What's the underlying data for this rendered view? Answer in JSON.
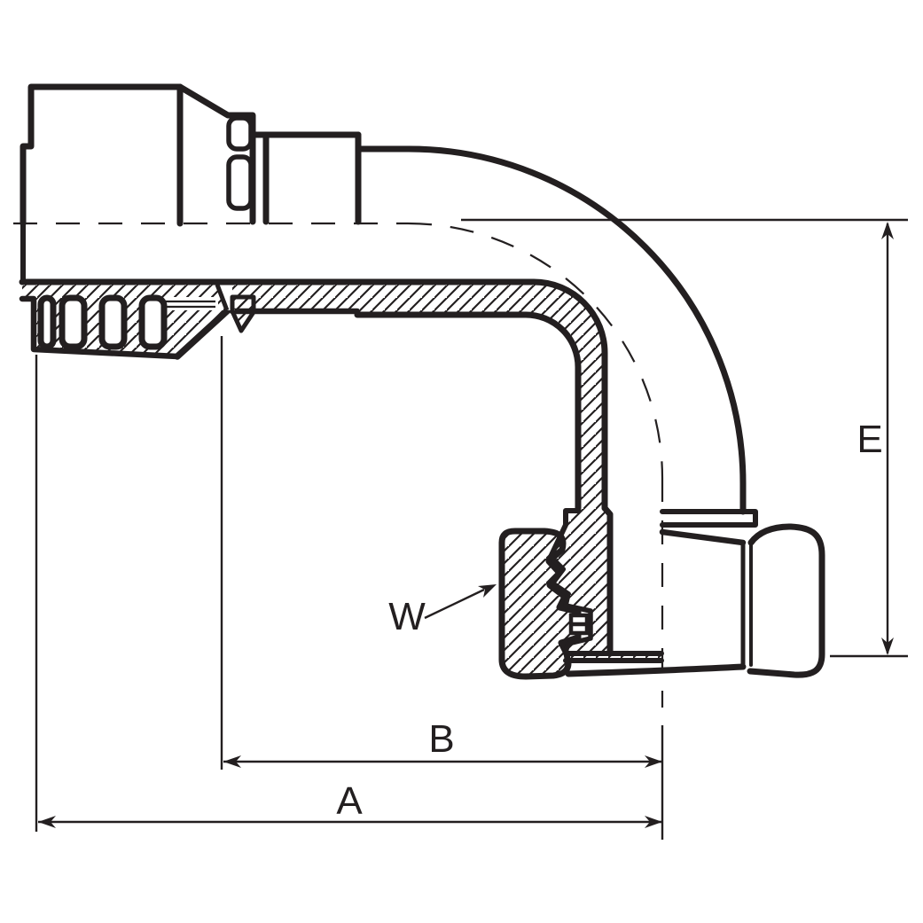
{
  "drawing": {
    "kind": "technical-section-drawing",
    "colors": {
      "ink": "#231f20",
      "paper": "#ffffff"
    },
    "dimensions": {
      "w": {
        "label": "W"
      },
      "b": {
        "label": "B"
      },
      "a": {
        "label": "A"
      },
      "e": {
        "label": "E"
      }
    }
  }
}
